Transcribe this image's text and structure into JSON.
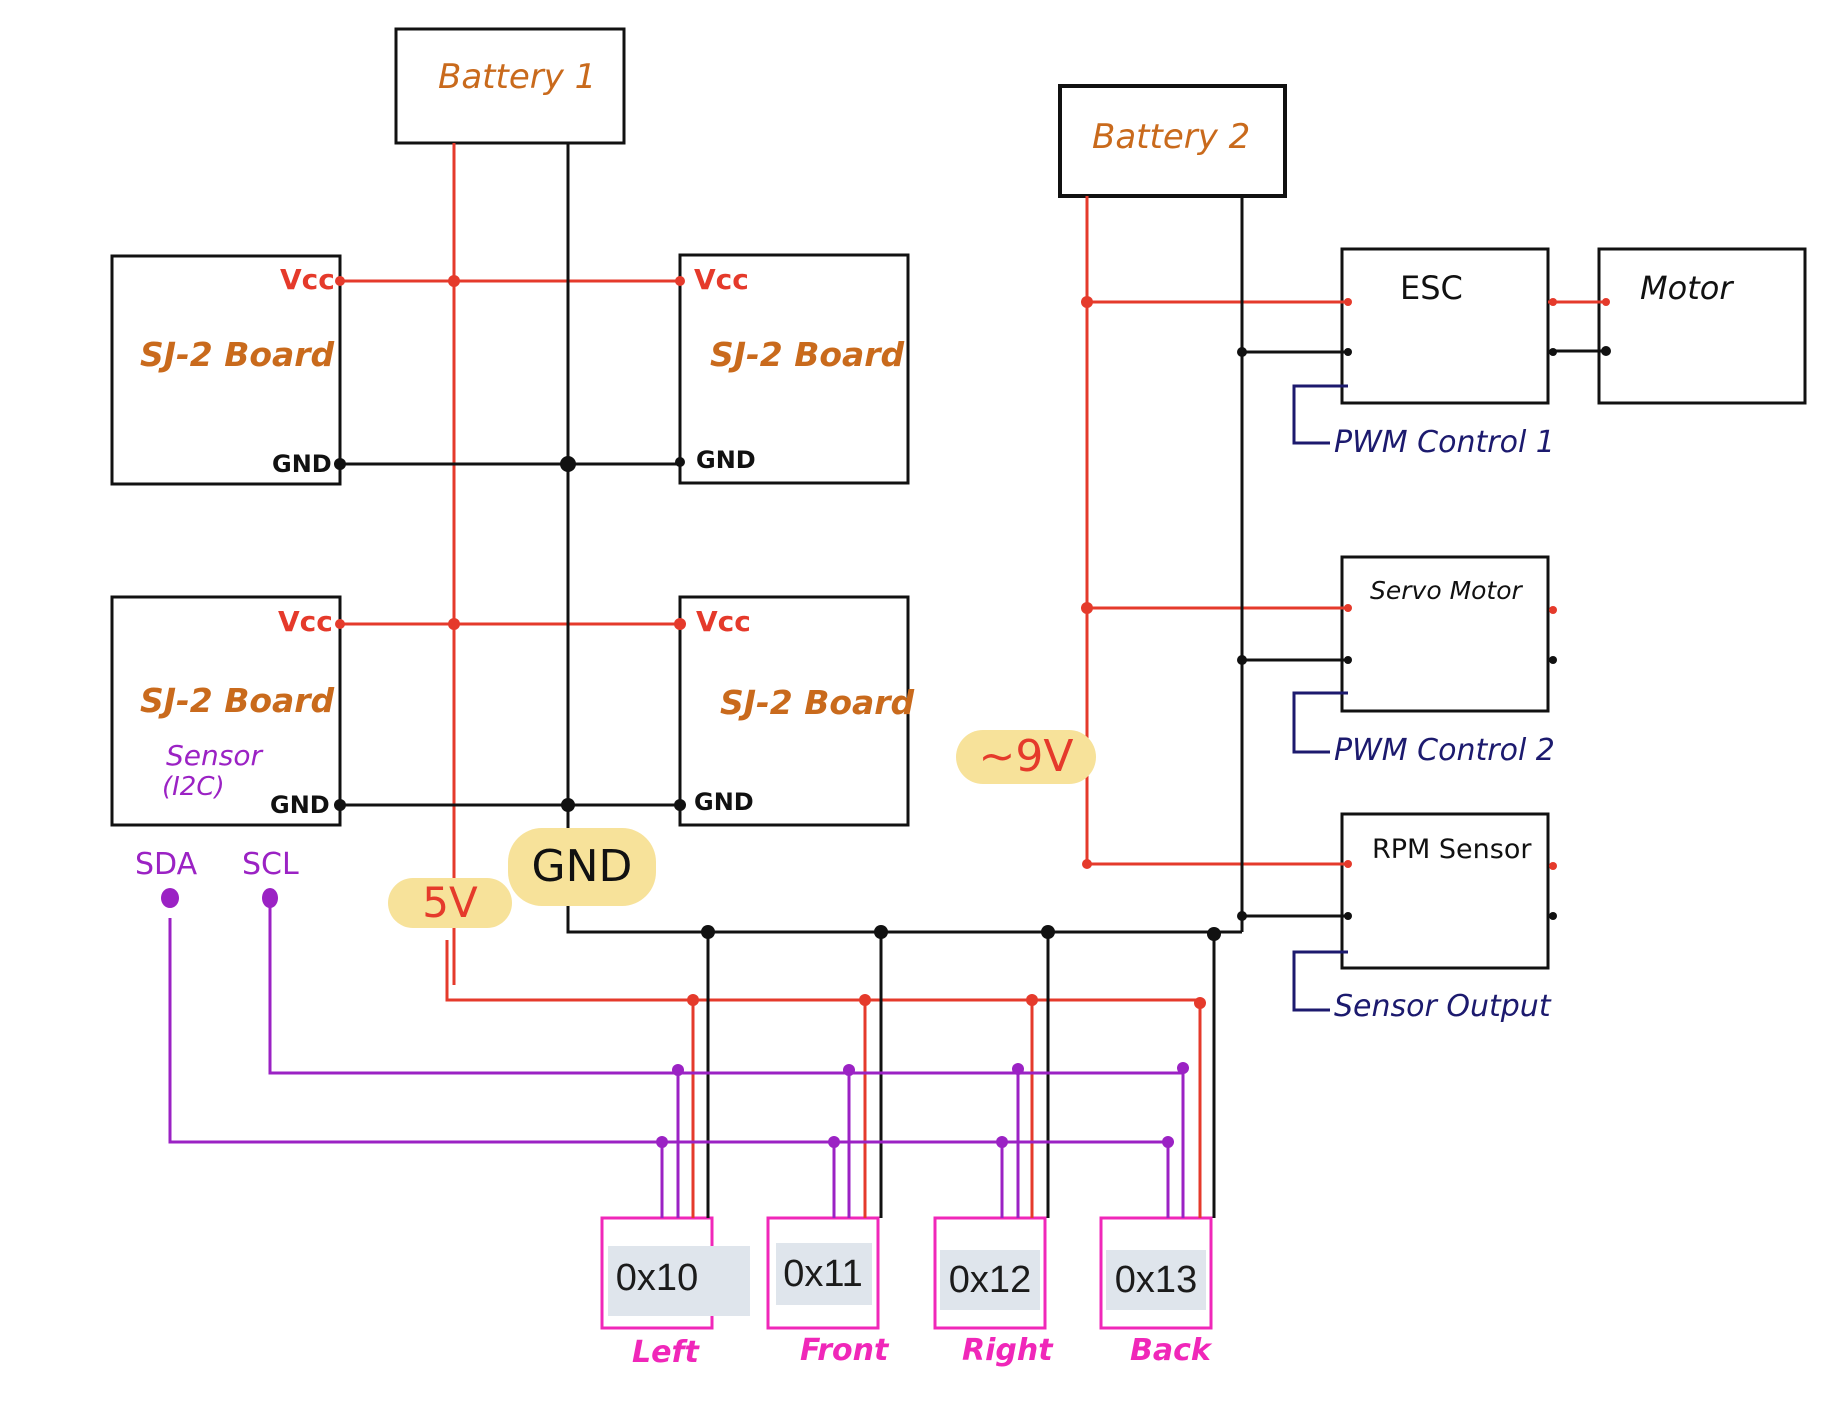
{
  "battery1": {
    "label": "Battery 1"
  },
  "battery2": {
    "label": "Battery 2"
  },
  "boards": [
    {
      "title": "SJ-2 Board",
      "vcc": "Vcc",
      "gnd": "GND"
    },
    {
      "title": "SJ-2 Board",
      "vcc": "Vcc",
      "gnd": "GND"
    },
    {
      "title": "SJ-2 Board",
      "vcc": "Vcc",
      "gnd": "GND",
      "sensor": "Sensor",
      "bus": "(I2C)"
    },
    {
      "title": "SJ-2 Board",
      "vcc": "Vcc",
      "gnd": "GND"
    }
  ],
  "i2c": {
    "sda": "SDA",
    "scl": "SCL"
  },
  "voltage": {
    "v5": "5V",
    "gnd": "GND",
    "v9": "~9V"
  },
  "esc": {
    "label": "ESC",
    "signal": "PWM Control 1"
  },
  "motor": {
    "label": "Motor"
  },
  "servo": {
    "label": "Servo Motor",
    "signal": "PWM Control 2"
  },
  "rpm": {
    "label": "RPM Sensor",
    "signal": "Sensor Output"
  },
  "sensors": [
    {
      "address": "0x10",
      "position": "Left"
    },
    {
      "address": "0x11",
      "position": "Front"
    },
    {
      "address": "0x12",
      "position": "Right"
    },
    {
      "address": "0x13",
      "position": "Back"
    }
  ],
  "colors": {
    "power": "#e53a2b",
    "ground": "#111111",
    "i2c": "#9b22c4",
    "sensor_box": "#f027b9",
    "signal": "#1c1a6e",
    "board_label": "#c96a1c",
    "highlight": "#f7e29a"
  }
}
